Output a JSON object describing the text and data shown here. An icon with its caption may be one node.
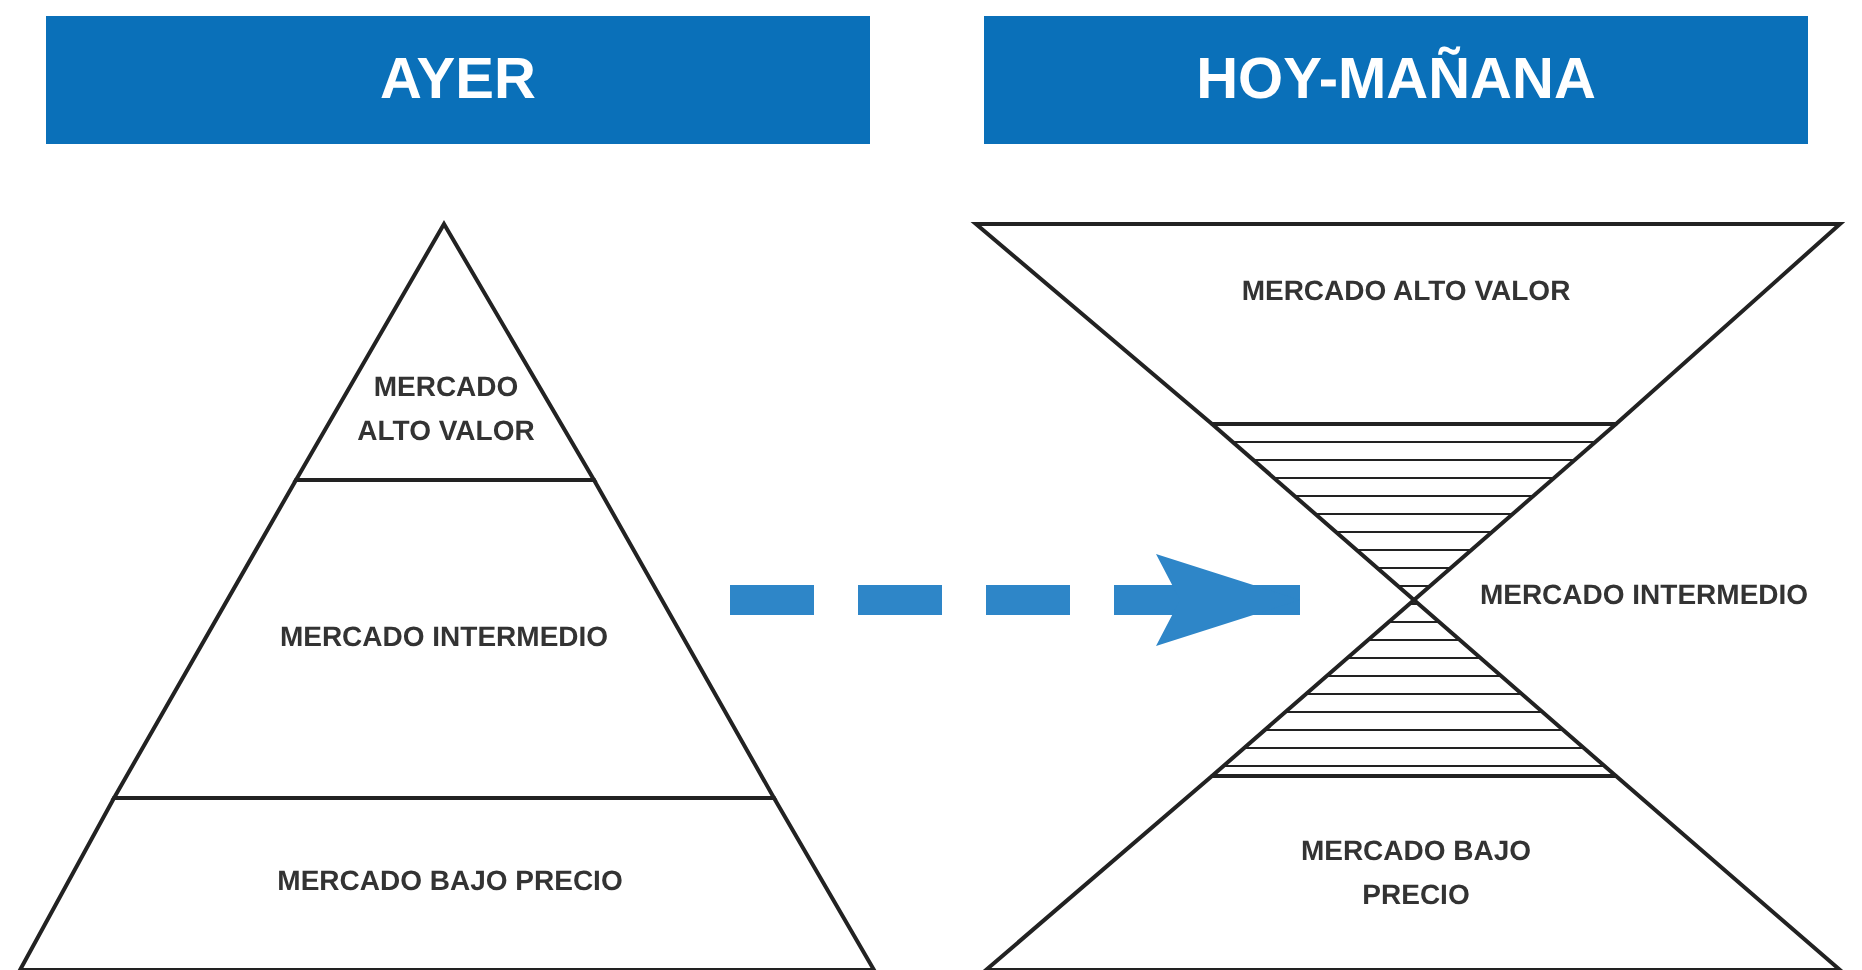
{
  "diagram": {
    "nodes": [
      {
        "text": [
          "AYER"
        ]
      },
      {
        "text": [
          "HOY-MAÑANA"
        ]
      },
      {
        "text": [
          "MERCADO ALTO VALOR"
        ]
      },
      {
        "text": [
          "MERCADO INTERMEDIO"
        ]
      },
      {
        "text": [
          "MERCADO BAJO PRECIO"
        ]
      },
      {
        "text": [
          "MERCADO ALTO VALOR"
        ]
      },
      {
        "text": [
          "MERCADO INTERMEDIO"
        ]
      },
      {
        "text": [
          "MERCADO BAJO PRECIO"
        ]
      }
    ],
    "edges": [
      {
        "from": 3,
        "to": 6,
        "arrow": "to",
        "style": "dashed",
        "color": "#2e86c8"
      }
    ]
  }
}
